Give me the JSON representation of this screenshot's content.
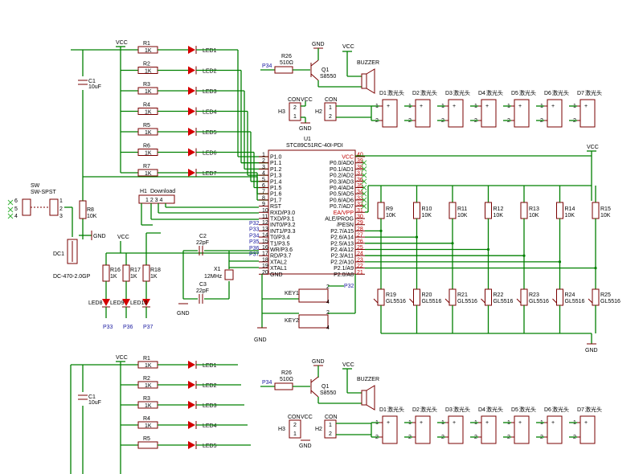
{
  "power": {
    "vcc": "VCC",
    "gnd": "GND"
  },
  "leds": [
    {
      "res": "R1",
      "val": "1K",
      "led": "LED1"
    },
    {
      "res": "R2",
      "val": "1K",
      "led": "LED2"
    },
    {
      "res": "R3",
      "val": "1K",
      "led": "LED3"
    },
    {
      "res": "R4",
      "val": "1K",
      "led": "LED4"
    },
    {
      "res": "R5",
      "val": "1K",
      "led": "LED5"
    },
    {
      "res": "R6",
      "val": "1K",
      "led": "LED6"
    },
    {
      "res": "R7",
      "val": "1K",
      "led": "LED7"
    }
  ],
  "leds_bottom": [
    {
      "res": "R1",
      "val": "1K",
      "led": "LED1"
    },
    {
      "res": "R2",
      "val": "1K",
      "led": "LED2"
    },
    {
      "res": "R3",
      "val": "1K",
      "led": "LED3"
    },
    {
      "res": "R4",
      "val": "1K",
      "led": "LED4"
    },
    {
      "res": "R5",
      "val": "",
      "led": "LED5"
    }
  ],
  "c1": {
    "name": "C1",
    "val": "10uF"
  },
  "sw": {
    "name": "SW",
    "part": "SW-SPST",
    "pins": [
      "6",
      "5",
      "4",
      "1",
      "2",
      "3"
    ]
  },
  "r8": {
    "name": "R8",
    "val": "10K"
  },
  "dc1": {
    "name": "DC1",
    "part": "DC-470-2.0GP"
  },
  "h1": {
    "name": "H1",
    "label": "Download",
    "pins": "1 2 3 4"
  },
  "status": [
    {
      "res": "R16",
      "val": "1K",
      "led": "LED8",
      "pin": "P33"
    },
    {
      "res": "R17",
      "val": "1K",
      "led": "LED9",
      "pin": "P36"
    },
    {
      "res": "R18",
      "val": "1K",
      "led": "LED10",
      "pin": "P37"
    }
  ],
  "crystal": {
    "c2": "C2",
    "c2v": "22pF",
    "c3": "C3",
    "c3v": "22pF",
    "x": "X1",
    "xv": "12MHz"
  },
  "buzzer": {
    "r": "R26",
    "rv": "510Ω",
    "q": "Q1",
    "qv": "S8550",
    "pin": "P34",
    "bz": "BUZZER"
  },
  "con": {
    "h3": "H3",
    "h2": "H2",
    "label": "CON",
    "p1": "1",
    "p2": "2"
  },
  "mcu": {
    "ref": "U1",
    "part": "STC89C51RC-40I-PDI",
    "left": [
      "P1.0",
      "P1.1",
      "P1.2",
      "P1.3",
      "P1.4",
      "P1.5",
      "P1.6",
      "P1.7",
      "RST",
      "RXD/P3.0",
      "TXD/P3.1",
      "INT0/P3.2",
      "INT1/P3.3",
      "T0/P3.4",
      "T1/P3.5",
      "WR/P3.6",
      "RD/P3.7",
      "XTAL2",
      "XTAL1",
      "GND"
    ],
    "leftnum": [
      "1",
      "2",
      "3",
      "4",
      "5",
      "6",
      "7",
      "8",
      "9",
      "10",
      "11",
      "12",
      "13",
      "14",
      "15",
      "16",
      "17",
      "18",
      "19",
      "20"
    ],
    "right": [
      "VCC",
      "P0.0/AD0",
      "P0.1/AD1",
      "P0.2/AD2",
      "P0.3/AD3",
      "P0.4/AD4",
      "P0.5/AD5",
      "P0.6/AD6",
      "P0.7/AD7",
      "EA/VPP",
      "ALE/PROG",
      "/PESN",
      "P2.7/A15",
      "P2.6/A14",
      "P2.5/A13",
      "P2.4/A12",
      "P2.3/A11",
      "P2.2/A10",
      "P2.1/A9",
      "P2.0/A8"
    ],
    "rightnum": [
      "40",
      "39",
      "38",
      "37",
      "36",
      "35",
      "34",
      "33",
      "32",
      "31",
      "30",
      "29",
      "28",
      "27",
      "26",
      "25",
      "24",
      "23",
      "22",
      "21"
    ],
    "p3labels": [
      "P32",
      "P33",
      "P34",
      "P35",
      "P36",
      "P37"
    ]
  },
  "sensors": [
    {
      "d": "D1",
      "r": "R9",
      "rv": "10K",
      "ldr": "R19",
      "lv": "GL5516"
    },
    {
      "d": "D2",
      "r": "R10",
      "rv": "10K",
      "ldr": "R20",
      "lv": "GL5516"
    },
    {
      "d": "D3",
      "r": "R11",
      "rv": "10K",
      "ldr": "R21",
      "lv": "GL5516"
    },
    {
      "d": "D4",
      "r": "R12",
      "rv": "10K",
      "ldr": "R22",
      "lv": "GL5516"
    },
    {
      "d": "D5",
      "r": "R13",
      "rv": "10K",
      "ldr": "R23",
      "lv": "GL5516"
    },
    {
      "d": "D6",
      "r": "R14",
      "rv": "10K",
      "ldr": "R24",
      "lv": "GL5516"
    },
    {
      "d": "D7",
      "r": "R15",
      "rv": "10K",
      "ldr": "R25",
      "lv": "GL5516"
    }
  ],
  "laser": "激光头",
  "keys": [
    {
      "name": "KEY1",
      "pin": "P32"
    },
    {
      "name": "KEY2",
      "pin": ""
    }
  ]
}
